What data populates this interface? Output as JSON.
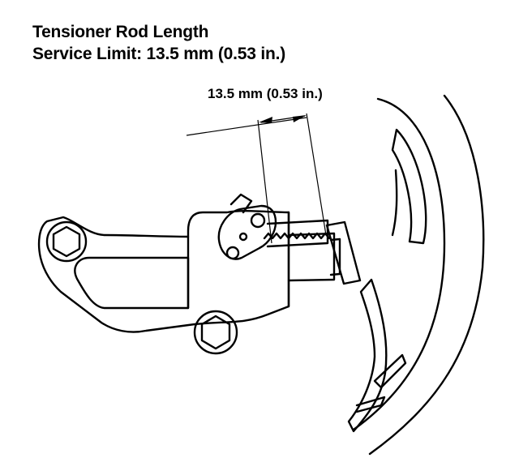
{
  "heading": {
    "line1": "Tensioner Rod Length",
    "line2": "Service Limit:  13.5 mm (0.53 in.)"
  },
  "dimension_label": "13.5 mm (0.53 in.)",
  "icons": {
    "bolts": "hex-bolt-icon",
    "arrows": "dimension-arrow-icon"
  }
}
